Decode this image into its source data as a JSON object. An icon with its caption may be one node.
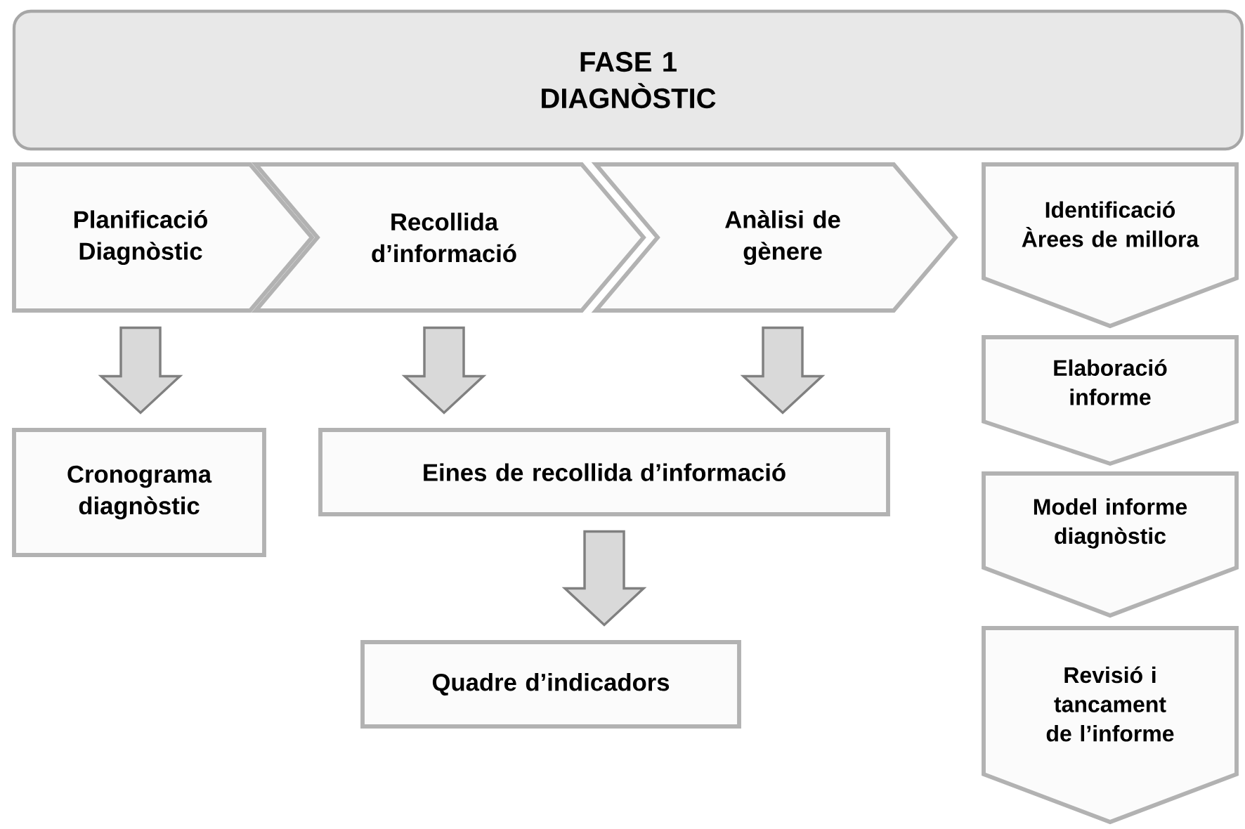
{
  "diagram": {
    "nodes": [
      {
        "text": [
          "FASE 1 DIAGNÒSTIC"
        ]
      },
      {
        "text": [
          "Planificació Diagnòstic"
        ]
      },
      {
        "text": [
          "Recollida d’informació"
        ]
      },
      {
        "text": [
          "Anàlisi de gènere"
        ]
      },
      {
        "text": [
          "Identificació Àrees de millora"
        ]
      },
      {
        "text": [
          "Elaboració informe"
        ]
      },
      {
        "text": [
          "Model informe diagnòstic"
        ]
      },
      {
        "text": [
          "Revisió i tancament de l’informe"
        ]
      },
      {
        "text": [
          "Cronograma diagnòstic"
        ]
      },
      {
        "text": [
          "Eines de recollida d’informació"
        ]
      },
      {
        "text": [
          "Quadre d’indicadors"
        ]
      }
    ],
    "edges": [
      {
        "from": 1,
        "to": 8,
        "arrow": "to"
      },
      {
        "from": 2,
        "to": 9,
        "arrow": "to"
      },
      {
        "from": 3,
        "to": 9,
        "arrow": "to"
      },
      {
        "from": 9,
        "to": 10,
        "arrow": "to"
      }
    ]
  }
}
